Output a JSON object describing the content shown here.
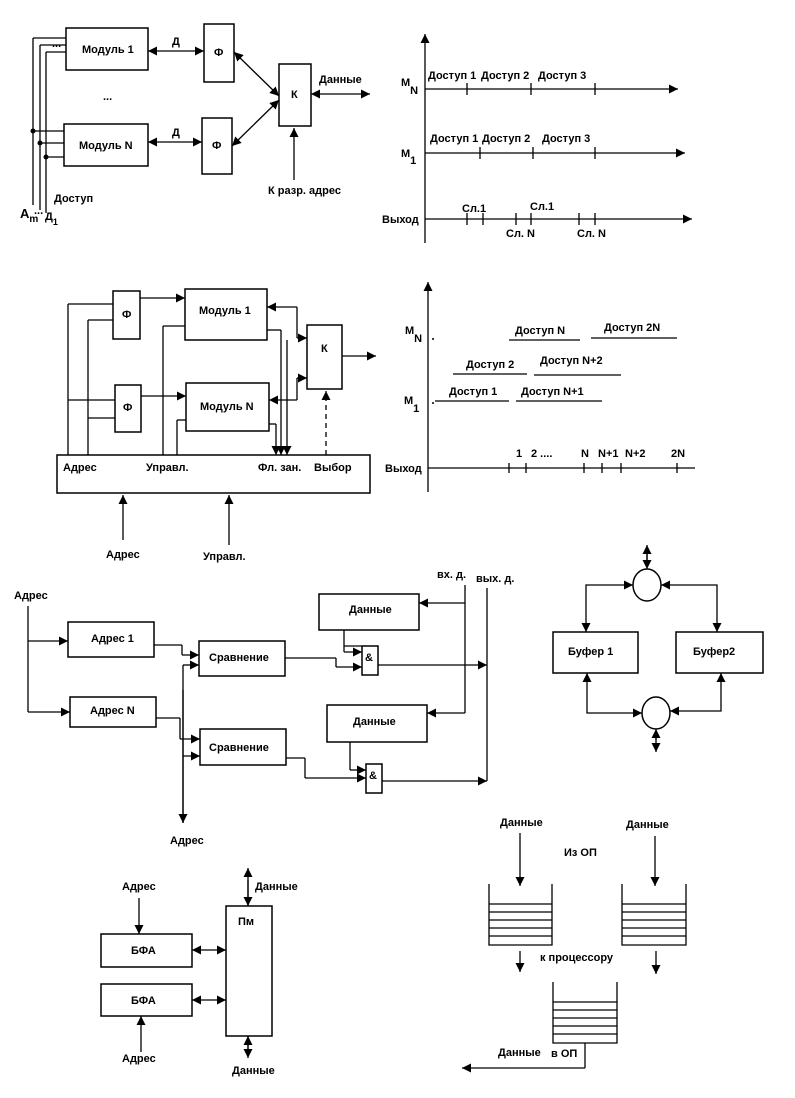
{
  "d1": {
    "module1": "Модуль 1",
    "moduleN": "Модуль N",
    "dots": "...",
    "dots_small": "...",
    "d": "Д",
    "f": "Ф",
    "k": "К",
    "data": "Данные",
    "kaddr": "К разр. адрес",
    "access": "Доступ",
    "am": "A",
    "am_sub": "m",
    "am_dots": "...",
    "d1": "Д",
    "d1_sub": "1"
  },
  "t1": {
    "mn": "M",
    "mn_sub": "N",
    "m1": "M",
    "m1_sub": "1",
    "out": "Выход",
    "top": [
      "Доступ 1",
      "Доступ 2",
      "Доступ 3"
    ],
    "mid": [
      "Доступ 1",
      "Доступ 2",
      "Доступ 3"
    ],
    "sl1a": "Сл.1",
    "sl1b": "Сл.1",
    "sln_a": "Сл. N",
    "sln_b": "Сл. N"
  },
  "d2": {
    "f": "Ф",
    "module1": "Модуль 1",
    "moduleN": "Модуль N",
    "k": "К",
    "addr": "Адрес",
    "ctrl": "Управл.",
    "busy": "Фл. зан.",
    "select": "Выбор",
    "addr_in": "Адрес",
    "ctrl_in": "Управл."
  },
  "t2": {
    "mn": "M",
    "mn_sub": "N",
    "m1": "M",
    "m1_sub": "1",
    "out": "Выход",
    "accessN": "Доступ N",
    "access2N": "Доступ 2N",
    "access2": "Доступ 2",
    "accessN2": "Доступ N+2",
    "access1": "Доступ 1",
    "accessN1": "Доступ N+1",
    "ticks": [
      "1",
      "2 ....",
      "N",
      "N+1",
      "N+2",
      "2N"
    ]
  },
  "d3": {
    "addr_top": "Адрес",
    "addr1": "Адрес 1",
    "addrN": "Адрес N",
    "cmp": "Сравнение",
    "data": "Данные",
    "and": "&",
    "in_d": "вх. д.",
    "out_d": "вых. д.",
    "addr_bottom": "Адрес"
  },
  "d4": {
    "buf1": "Буфер 1",
    "buf2": "Буфер2"
  },
  "d5": {
    "addr_top": "Адрес",
    "bfa": "БФА",
    "pm": "Пм",
    "data_top": "Данные",
    "data_bottom": "Данные",
    "addr_bottom": "Адрес"
  },
  "d6": {
    "data_left": "Данные",
    "data_right": "Данные",
    "from_op": "Из ОП",
    "to_cpu": "к процессору",
    "data_out": "Данные",
    "to_op": "в ОП"
  }
}
